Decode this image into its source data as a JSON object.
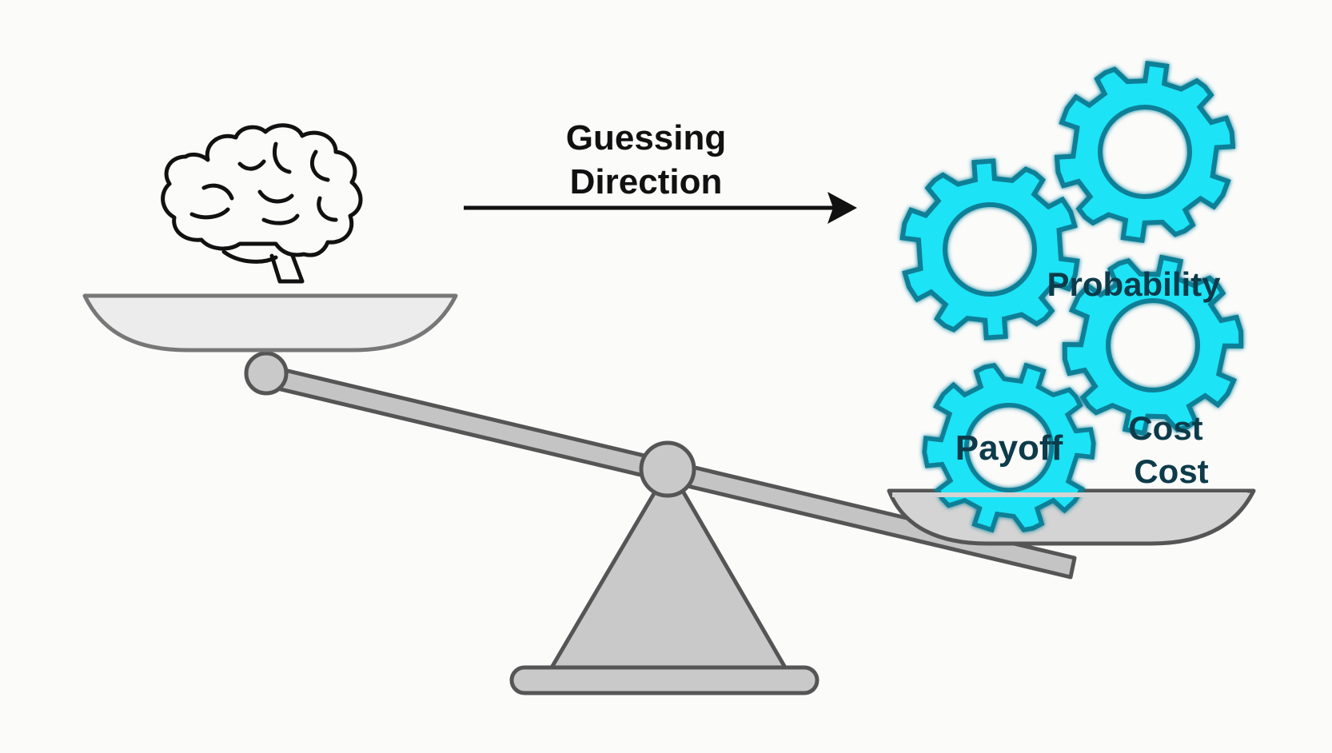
{
  "arrow": {
    "label_line1": "Guessing",
    "label_line2": "Direction"
  },
  "gears": {
    "probability": "Probability",
    "payoff": "Payoff",
    "cost1": "Cost",
    "cost2": "Cost"
  },
  "colors": {
    "background": "#fbfbfa",
    "gear_fill": "#1fe3f5",
    "gear_stroke": "#0f7f97",
    "gear_text": "#0d3b4a",
    "scale_fill": "#c9c9c9",
    "scale_stroke": "#555555",
    "pan_fill": "#ececec",
    "line": "#111111"
  },
  "icons": {
    "left_pan_content": "brain-icon",
    "right_pan_content": "gear-icon"
  }
}
